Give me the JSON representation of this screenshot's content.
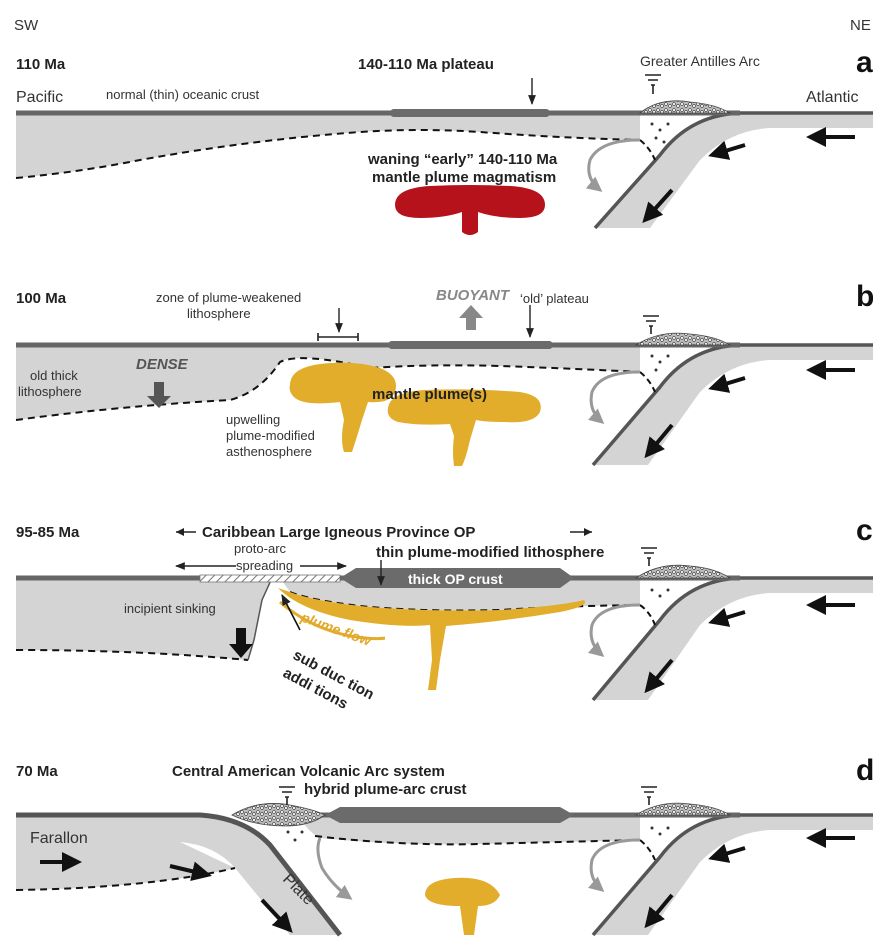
{
  "header": {
    "left_dir": "SW",
    "right_dir": "NE"
  },
  "panel_a": {
    "letter": "a",
    "age": "110 Ma",
    "plateau_title": "140-110 Ma plateau",
    "arc_title": "Greater Antilles Arc",
    "pacific": "Pacific",
    "atlantic": "Atlantic",
    "crust": "normal (thin) oceanic crust",
    "waning_1": "waning “early” 140-110 Ma",
    "waning_2": "mantle plume magmatism"
  },
  "panel_b": {
    "letter": "b",
    "age": "100 Ma",
    "zone_1": "zone of plume-weakened",
    "zone_2": "lithosphere",
    "buoyant": "BUOYANT",
    "old_plateau": "‘old’ plateau",
    "dense": "DENSE",
    "old_thick_1": "old thick",
    "old_thick_2": "lithosphere",
    "plumes": "mantle plume(s)",
    "upwelling_1": "upwelling",
    "upwelling_2": "plume-modified",
    "upwelling_3": "asthenosphere"
  },
  "panel_c": {
    "letter": "c",
    "age": "95-85 Ma",
    "lip": "Caribbean Large Igneous Province OP",
    "proto_1": "proto-arc",
    "proto_2": "spreading",
    "thin_plume": "thin plume-modified lithosphere",
    "thick_op": "thick OP crust",
    "incipient": "incipient sinking",
    "plume_flow": "plume flow",
    "sub_1": "sub duc tion",
    "sub_2": "addi tions"
  },
  "panel_d": {
    "letter": "d",
    "age": "70 Ma",
    "cav": "Central American Volcanic Arc system",
    "hybrid": "hybrid plume-arc crust",
    "farallon": "Farallon",
    "plate": "Plate"
  },
  "colors": {
    "mantle_grey": "#d4d4d4",
    "crust_dark": "#6b6b6b",
    "plume_red": "#b5121b",
    "plume_yellow": "#e3ad2c"
  }
}
